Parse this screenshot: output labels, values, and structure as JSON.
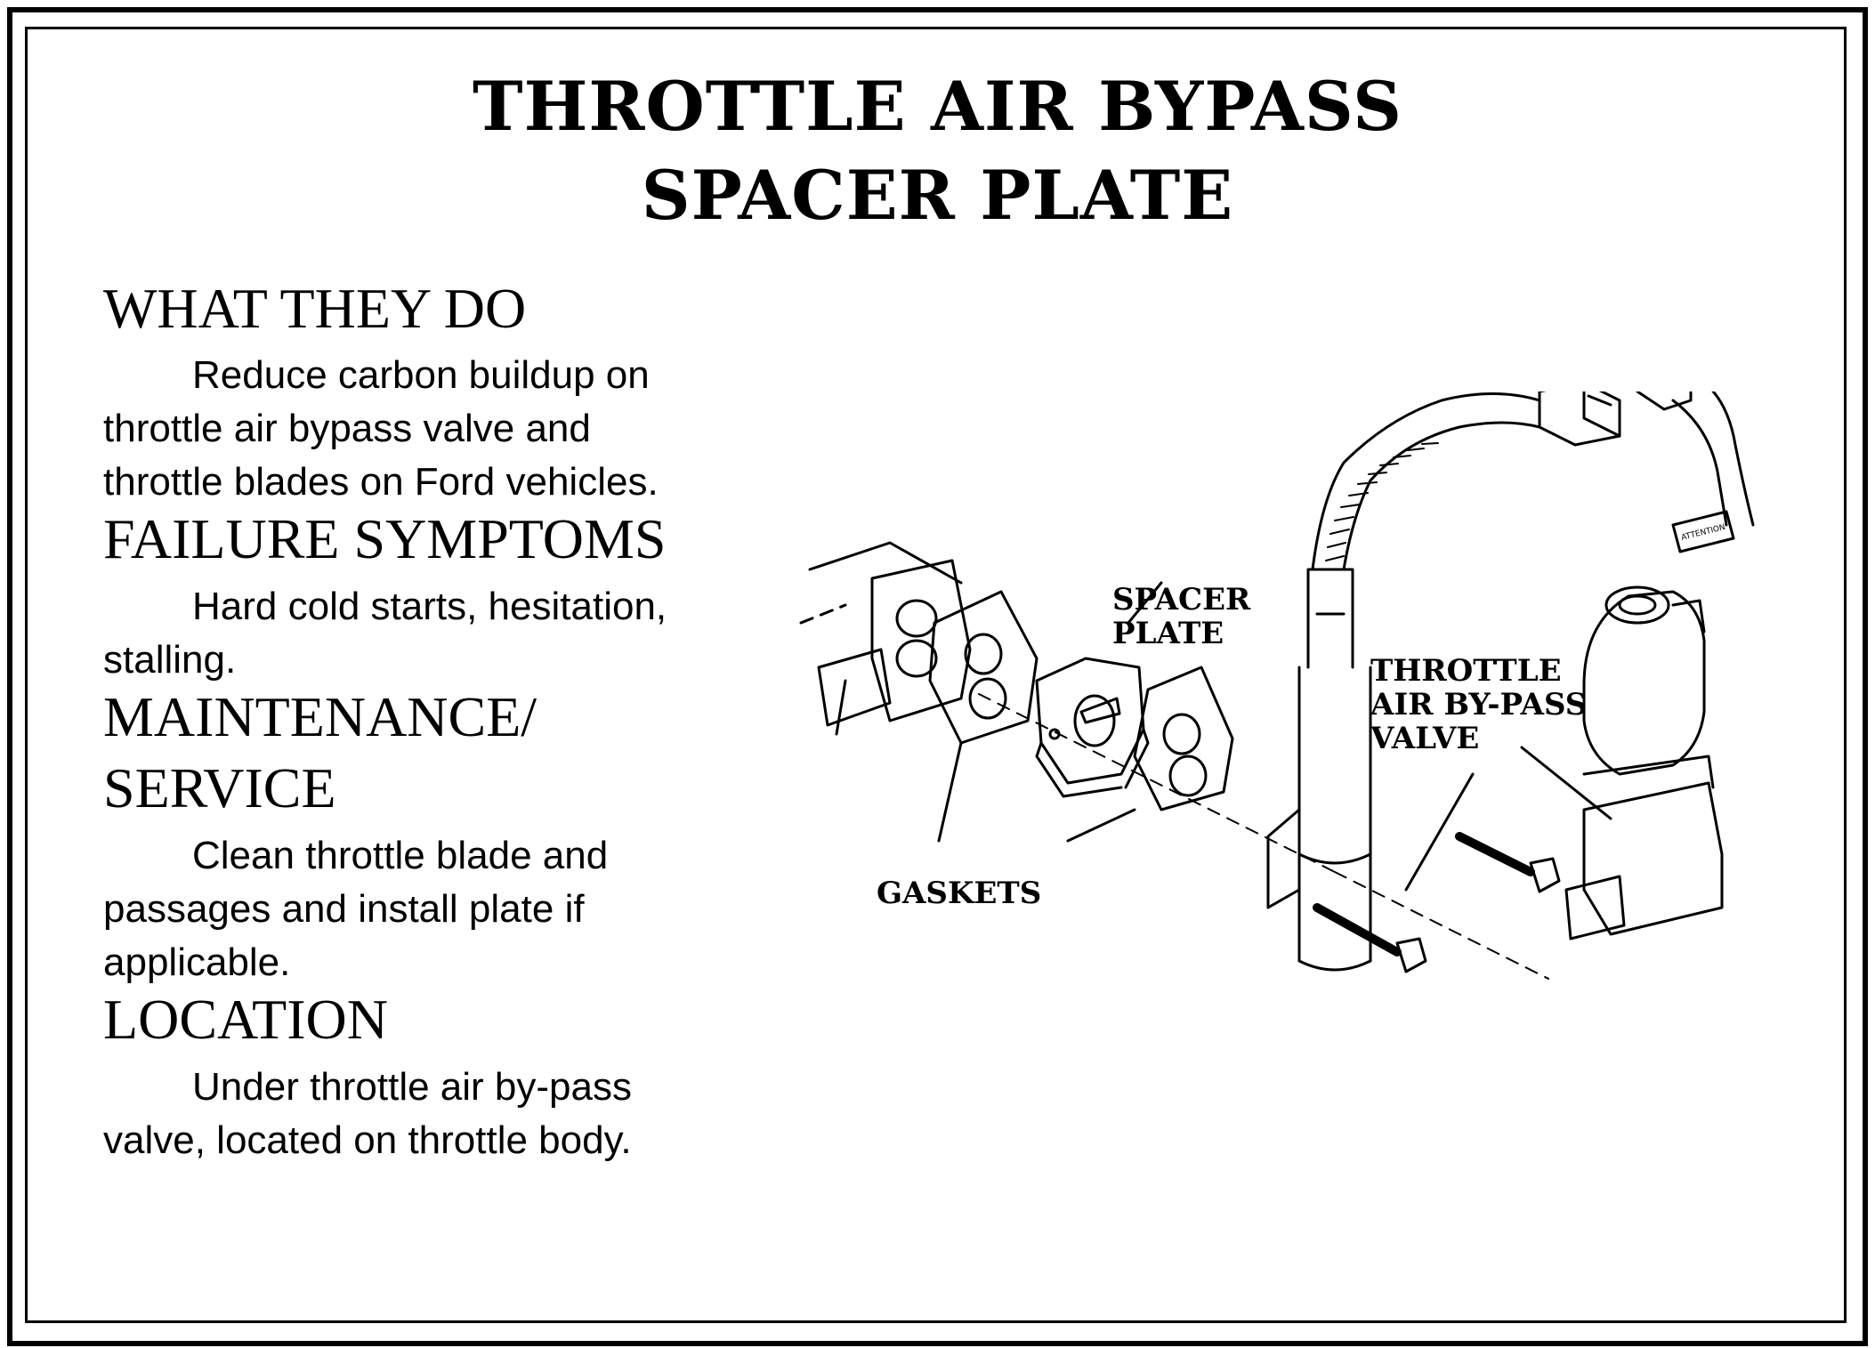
{
  "title": {
    "line1": "THROTTLE AIR BYPASS",
    "line2": "SPACER PLATE"
  },
  "sections": [
    {
      "heading": "WHAT THEY DO",
      "lines": [
        "Reduce carbon buildup on",
        "throttle air bypass valve and",
        "throttle blades on Ford vehicles."
      ]
    },
    {
      "heading": "FAILURE SYMPTOMS",
      "lines": [
        "Hard cold starts, hesitation,",
        "stalling."
      ]
    },
    {
      "heading_lines": [
        "MAINTENANCE/",
        "SERVICE"
      ],
      "lines": [
        "Clean throttle blade and",
        "passages and install plate if",
        "applicable."
      ]
    },
    {
      "heading": "LOCATION",
      "lines": [
        "Under throttle air by-pass",
        "valve, located on throttle body."
      ]
    }
  ],
  "diagram": {
    "labels": {
      "spacer_plate": [
        "SPACER",
        "PLATE"
      ],
      "bypass_valve": [
        "THROTTLE",
        "AIR BY-PASS",
        "VALVE"
      ],
      "gaskets": "GASKETS",
      "attention_tag": "ATTENTION"
    }
  }
}
